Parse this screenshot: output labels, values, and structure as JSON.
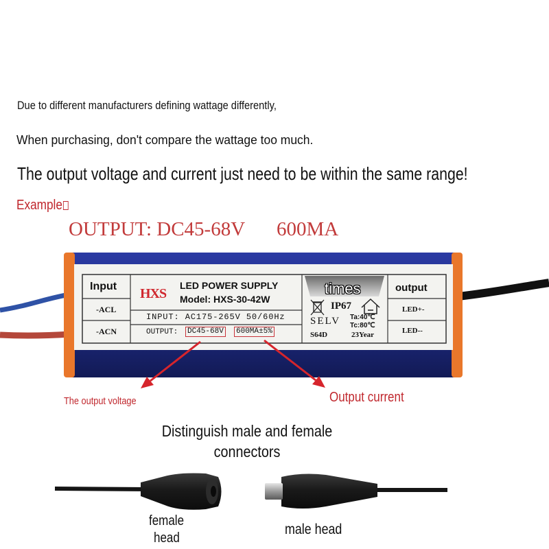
{
  "notes": {
    "line1": "Due to different manufacturers defining wattage differently,",
    "line2": "When purchasing, don't compare the wattage too much.",
    "line3": "The output voltage and current just need to be within the same range!",
    "example_label": "Example"
  },
  "headline": {
    "voltage": "OUTPUT: DC45-68V",
    "current": "600MA"
  },
  "label": {
    "input_header": "Input",
    "input_pins": [
      "-ACL",
      "-ACN"
    ],
    "logo": "HXS",
    "title": "LED POWER SUPPLY",
    "model": "Model: HXS-30-42W",
    "input_spec": "INPUT: AC175-265V 50/60Hz",
    "output_prefix": "OUTPUT:",
    "output_voltage": "DC45-68V",
    "output_current": "600MA±5%",
    "overlay": "times",
    "ip_rating": "IP67",
    "selv": "SELV",
    "code": "S64D",
    "ta": "Ta:40℃",
    "tc": "Tc:80℃",
    "lifetime": "23Year",
    "output_header": "output",
    "output_pins": [
      "LED+-",
      "LED--"
    ]
  },
  "annotations": {
    "voltage": "The output voltage",
    "current": "Output current"
  },
  "connectors": {
    "title_line1": "Distinguish male and female",
    "title_line2": "connectors",
    "female_line1": "female",
    "female_line2": "head",
    "male": "male head"
  },
  "icons": [
    "weee-bin-icon",
    "indoor-use-icon",
    "red-arrow-icon"
  ],
  "colors": {
    "accent_red": "#c0272d",
    "casing_blue": "#1f2c86",
    "cap_orange": "#e9772b",
    "label_bg": "#f3f3f0",
    "text_dark": "#111111"
  }
}
